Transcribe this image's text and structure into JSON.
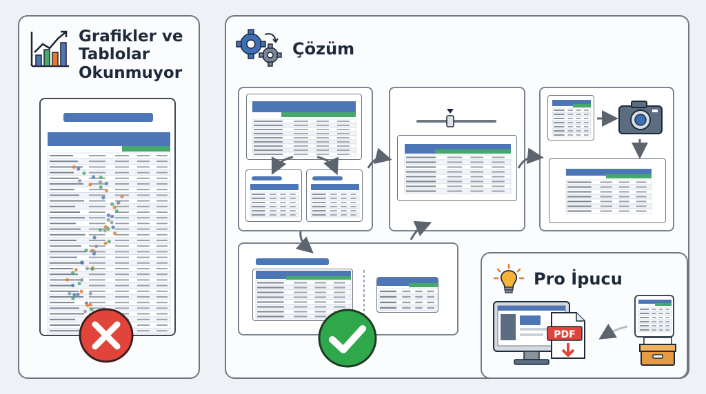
{
  "left_panel": {
    "title_lines": [
      "Grafikler ve",
      "Tablolar",
      "Okunmuyor"
    ]
  },
  "solution_panel": {
    "title": "Çözüm"
  },
  "tip_panel": {
    "title": "Pro İpucu",
    "pdf_label": "PDF"
  },
  "icons": {
    "problem": "chart-growth-icon",
    "solution": "gears-icon",
    "tip": "lightbulb-icon",
    "bad": "red-x-icon",
    "good": "green-check-icon",
    "capture": "camera-icon",
    "export": "monitor-pdf-icon",
    "archive": "file-cabinet-icon"
  },
  "colors": {
    "header_blue": "#4d76b6",
    "header_green": "#47a86b",
    "error_red": "#e0443a",
    "success_green": "#2ea84a",
    "accent_orange": "#e57a2c"
  }
}
